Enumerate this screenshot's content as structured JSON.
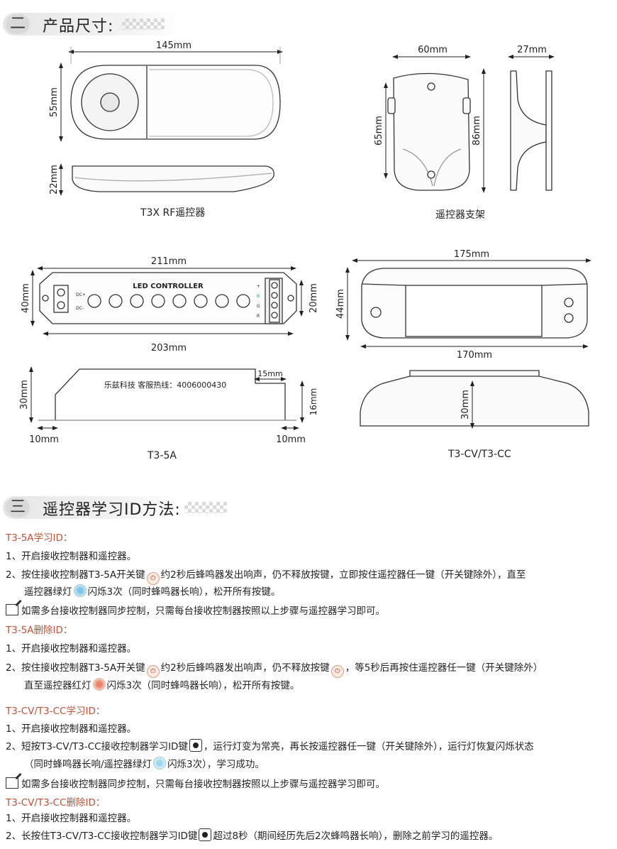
{
  "section2": {
    "num": "二",
    "title": "产品尺寸:"
  },
  "dims": {
    "remote_w": "145mm",
    "remote_h": "55mm",
    "remote_t": "22mm",
    "bracket_w": "60mm",
    "bracket_d": "27mm",
    "bracket_h1": "65mm",
    "bracket_h2": "86mm",
    "t35_w": "211mm",
    "t35_w2": "203mm",
    "t35_h": "40mm",
    "t35_h2": "20mm",
    "t35_side_h": "30mm",
    "t35_side_h2": "16mm",
    "t35_side_top": "15mm",
    "t35_left": "10mm",
    "t35_right": "10mm",
    "cv_w": "175mm",
    "cv_w2": "170mm",
    "cv_h": "44mm",
    "cv_side_h": "30mm"
  },
  "captions": {
    "remote": "T3X RF遥控器",
    "bracket": "遥控器支架",
    "t35": "T3-5A",
    "cv": "T3-CV/T3-CC"
  },
  "device": {
    "label": "LED  CONTROLLER",
    "dc_plus": "DC+",
    "dc_minus": "DC-",
    "ch_plus": "+",
    "ch_g": "G",
    "ch_r": "R",
    "ch_b": "B",
    "side_text": "乐兹科技 客服热线：4006000430"
  },
  "section3": {
    "num": "三",
    "title": "遥控器学习ID方法:"
  },
  "steps": {
    "s1_title": "T3-5A学习ID：",
    "s1_l1": "1、开启接收控制器和遥控器。",
    "s1_l2a": "2、按住接收控制器T3-5A开关键",
    "s1_l2b": "约2秒后蜂鸣器发出响声，仍不释放按键，立即按住遥控器任一键（开关键除外），直至",
    "s1_l3a": "遥控器绿灯",
    "s1_l3b": "闪烁3次（同时蜂鸣器长响），松开所有按键。",
    "note1": "如需多台接收控制器同步控制，只需每台接收控制器按照以上步骤与遥控器学习即可。",
    "s2_title": "T3-5A删除ID：",
    "s2_l1": "1、开启接收控制器和遥控器。",
    "s2_l2a": "2、按住接收控制器T3-5A开关键",
    "s2_l2b": "约2秒后蜂鸣器发出响声，仍不释放按键",
    "s2_l2c": "，等5秒后再按住遥控器任一键（开关键除外）",
    "s2_l3a": "直至遥控器红灯",
    "s2_l3b": "闪烁3次（同时蜂鸣器长响），松开所有按键。",
    "s3_title": "T3-CV/T3-CC学习ID：",
    "s3_l1": "1、开启接收控制器和遥控器。",
    "s3_l2a": "2、短按T3-CV/T3-CC接收控制器学习ID键",
    "s3_l2b": "，运行灯变为常亮，再长按遥控器任一键（开关键除外），运行灯恢复闪烁状态",
    "s3_l3a": "（同时蜂鸣器长响/遥控器绿灯",
    "s3_l3b": "闪烁3次），学习成功。",
    "note2": "如需多台接收控制器同步控制，只需每台接收控制器按照以上步骤与遥控器学习即可。",
    "s4_title": "T3-CV/T3-CC删除ID：",
    "s4_l1": "1、开启接收控制器和遥控器。",
    "s4_l2a": "2、长按住T3-CV/T3-CC接收控制器学习ID键",
    "s4_l2b": "超过8秒（期间经历先后2次蜂鸣器长响），删除之前学习的遥控器。"
  }
}
